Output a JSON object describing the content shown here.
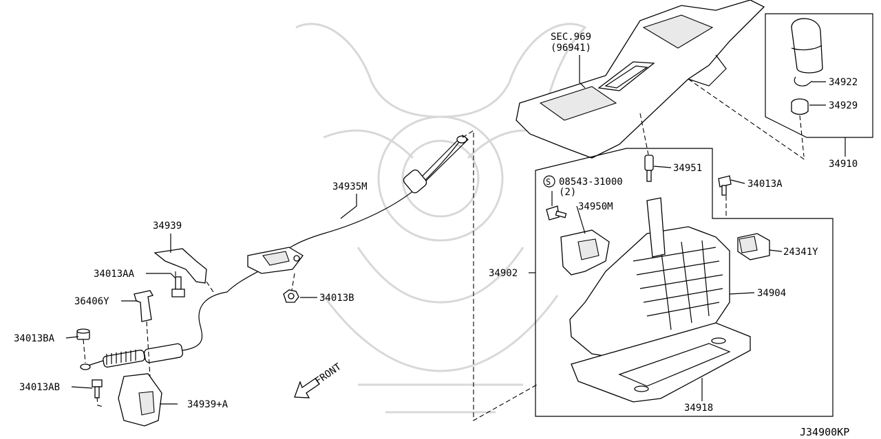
{
  "diagram": {
    "code": "J34900KP",
    "front_label": "FRONT",
    "sec_ref": {
      "line1": "SEC.969",
      "line2": "(96941)"
    },
    "screw_ref": {
      "symbol": "S",
      "part": "08543-31000",
      "qty": "(2)"
    },
    "labels": {
      "p34939": "34939",
      "p34013AA": "34013AA",
      "p36406Y": "36406Y",
      "p34013BA": "34013BA",
      "p34013AB": "34013AB",
      "p34939A": "34939+A",
      "p34935M": "34935M",
      "p34013B": "34013B",
      "p34902": "34902",
      "p34950M": "34950M",
      "p34951": "34951",
      "p34013A": "34013A",
      "p24341Y": "24341Y",
      "p34904": "34904",
      "p34918": "34918",
      "p34922": "34922",
      "p34929": "34929",
      "p34910": "34910"
    }
  }
}
